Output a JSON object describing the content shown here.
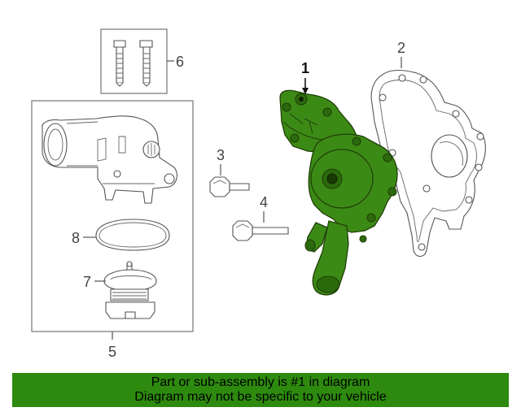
{
  "callouts": {
    "c1": "1",
    "c2": "2",
    "c3": "3",
    "c4": "4",
    "c5": "5",
    "c6": "6",
    "c7": "7",
    "c8": "8"
  },
  "banner": {
    "line1": "Part or sub-assembly is #1 in diagram",
    "line2": "Diagram may not be specific to your vehicle"
  },
  "colors": {
    "highlight": "#3c8a16",
    "banner": "#2d8a0e"
  }
}
